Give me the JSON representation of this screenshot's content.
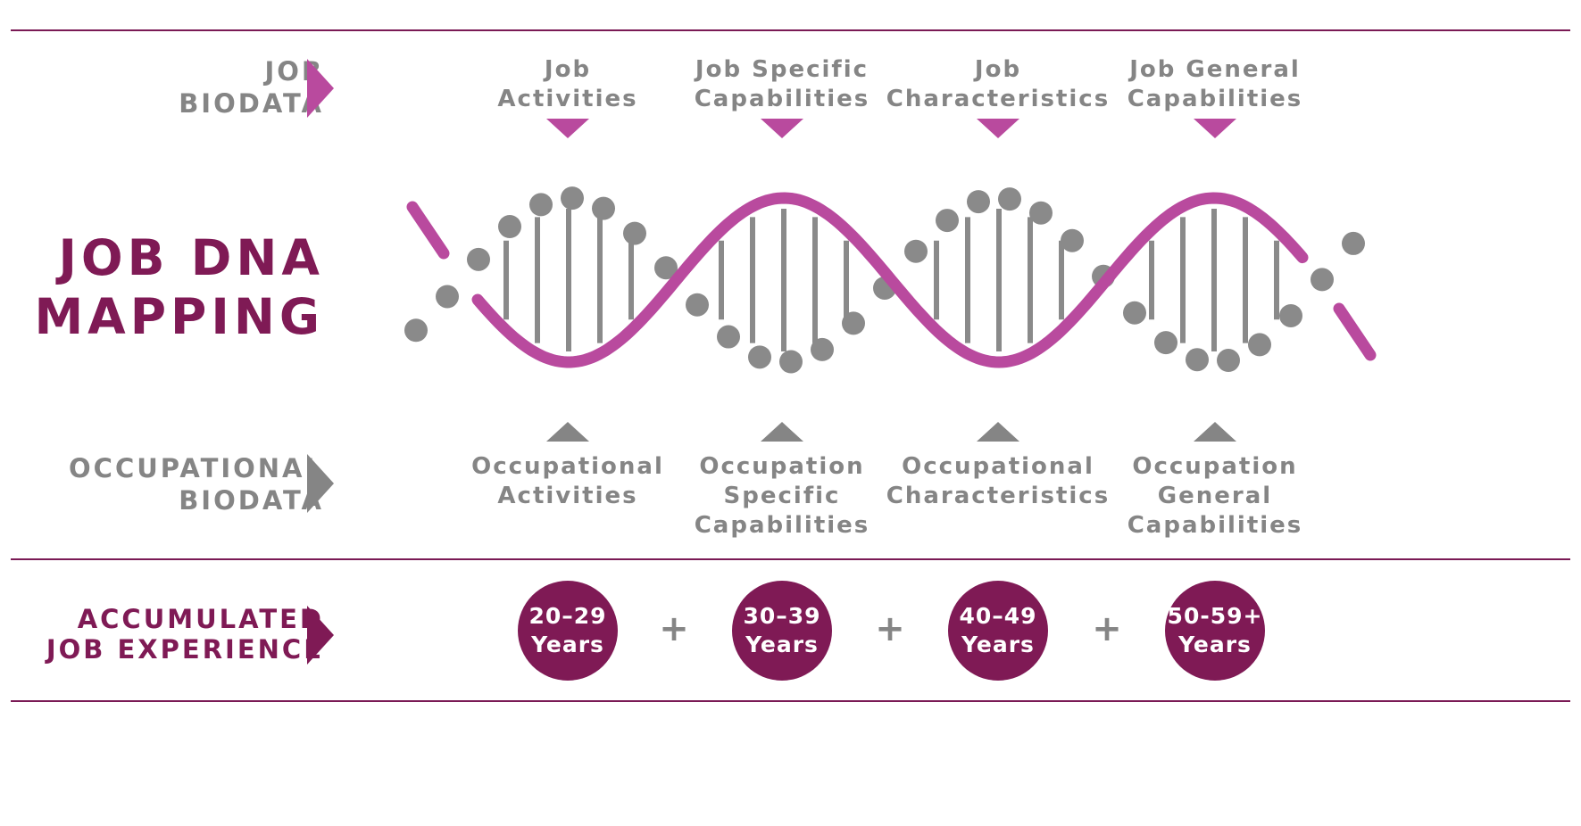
{
  "colors": {
    "rule": "#7a1a55",
    "magenta": "#b94a9e",
    "plum": "#7f1a55",
    "grey": "#858585",
    "dna_grey": "#8a8a8a"
  },
  "sections": {
    "job_biodata": "JOB\nBIODATA",
    "title": "JOB DNA\nMAPPING",
    "occupational_biodata": "OCCUPATIONAL\nBIODATA",
    "accumulated": "ACCUMULATED\nJOB EXPERIENCE"
  },
  "job_labels": [
    "Job\nActivities",
    "Job Specific\nCapabilities",
    "Job\nCharacteristics",
    "Job General\nCapabilities"
  ],
  "occupational_labels": [
    "Occupational\nActivities",
    "Occupation\nSpecific\nCapabilities",
    "Occupational\nCharacteristics",
    "Occupation\nGeneral\nCapabilities"
  ],
  "experience": [
    "20–29\nYears",
    "30–39\nYears",
    "40–49\nYears",
    "50-59+\nYears"
  ],
  "plus_symbol": "+"
}
